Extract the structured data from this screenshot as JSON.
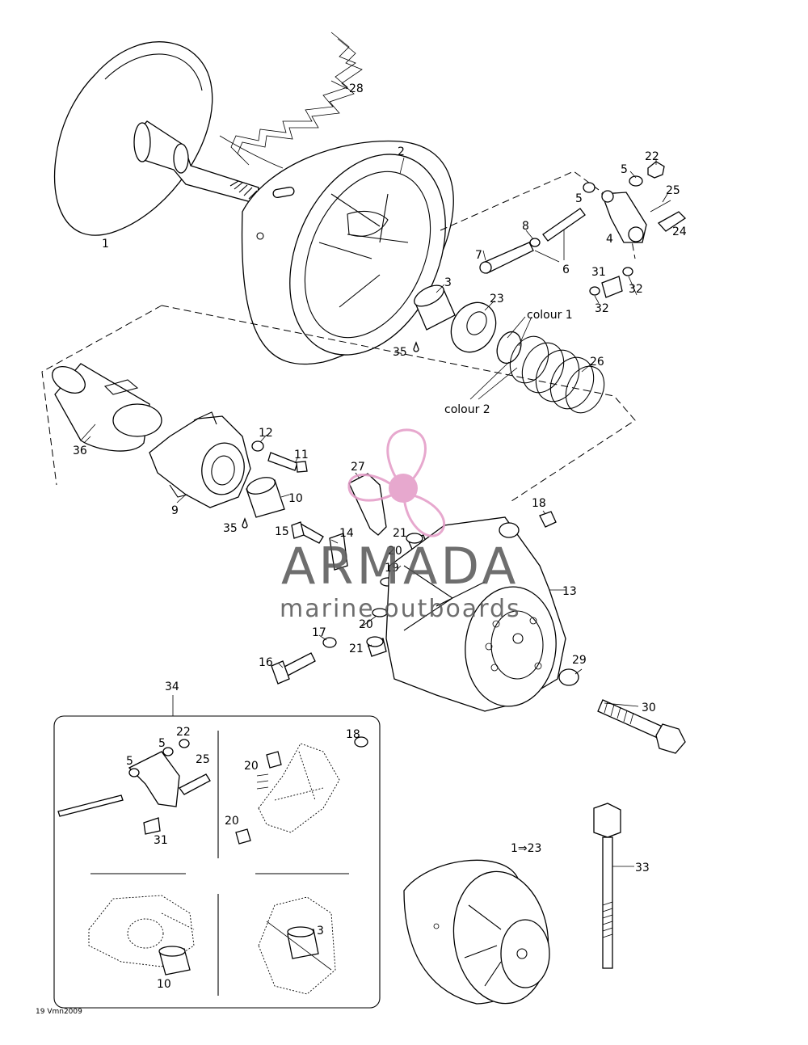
{
  "diagram_code": "19 Vmn2009",
  "watermark": {
    "brand": "ARMADA",
    "tagline": "marine outboards",
    "brand_color": "#6b6b6b",
    "logo_color": "#e39ac6"
  },
  "callouts": [
    {
      "id": "c1",
      "text": "1"
    },
    {
      "id": "c2",
      "text": "2"
    },
    {
      "id": "c3",
      "text": "3"
    },
    {
      "id": "c4",
      "text": "4"
    },
    {
      "id": "c5a",
      "text": "5"
    },
    {
      "id": "c5b",
      "text": "5"
    },
    {
      "id": "c6",
      "text": "6"
    },
    {
      "id": "c7",
      "text": "7"
    },
    {
      "id": "c8",
      "text": "8"
    },
    {
      "id": "c9",
      "text": "9"
    },
    {
      "id": "c10",
      "text": "10"
    },
    {
      "id": "c11",
      "text": "11"
    },
    {
      "id": "c12",
      "text": "12"
    },
    {
      "id": "c13",
      "text": "13"
    },
    {
      "id": "c14",
      "text": "14"
    },
    {
      "id": "c15",
      "text": "15"
    },
    {
      "id": "c16",
      "text": "16"
    },
    {
      "id": "c17",
      "text": "17"
    },
    {
      "id": "c18",
      "text": "18"
    },
    {
      "id": "c19",
      "text": "19"
    },
    {
      "id": "c20a",
      "text": "20"
    },
    {
      "id": "c20b",
      "text": "20"
    },
    {
      "id": "c21a",
      "text": "21"
    },
    {
      "id": "c21b",
      "text": "21"
    },
    {
      "id": "c22",
      "text": "22"
    },
    {
      "id": "c23",
      "text": "23"
    },
    {
      "id": "c24",
      "text": "24"
    },
    {
      "id": "c25",
      "text": "25"
    },
    {
      "id": "c26",
      "text": "26"
    },
    {
      "id": "c27",
      "text": "27"
    },
    {
      "id": "c28",
      "text": "28"
    },
    {
      "id": "c29",
      "text": "29"
    },
    {
      "id": "c30",
      "text": "30"
    },
    {
      "id": "c31a",
      "text": "31"
    },
    {
      "id": "c32a",
      "text": "32"
    },
    {
      "id": "c32b",
      "text": "32"
    },
    {
      "id": "c33",
      "text": "33"
    },
    {
      "id": "c34",
      "text": "34"
    },
    {
      "id": "c35a",
      "text": "35"
    },
    {
      "id": "c35b",
      "text": "35"
    },
    {
      "id": "c36",
      "text": "36"
    },
    {
      "id": "c_colour1",
      "text": "colour 1"
    },
    {
      "id": "c_colour2",
      "text": "colour 2"
    },
    {
      "id": "c_1to23",
      "text": "1⇒23"
    }
  ],
  "inset_callouts": [
    {
      "id": "i22",
      "text": "22"
    },
    {
      "id": "i5a",
      "text": "5"
    },
    {
      "id": "i5b",
      "text": "5"
    },
    {
      "id": "i25",
      "text": "25"
    },
    {
      "id": "i31",
      "text": "31"
    },
    {
      "id": "i18",
      "text": "18"
    },
    {
      "id": "i20a",
      "text": "20"
    },
    {
      "id": "i20b",
      "text": "20"
    },
    {
      "id": "i10",
      "text": "10"
    },
    {
      "id": "i3",
      "text": "3"
    }
  ]
}
